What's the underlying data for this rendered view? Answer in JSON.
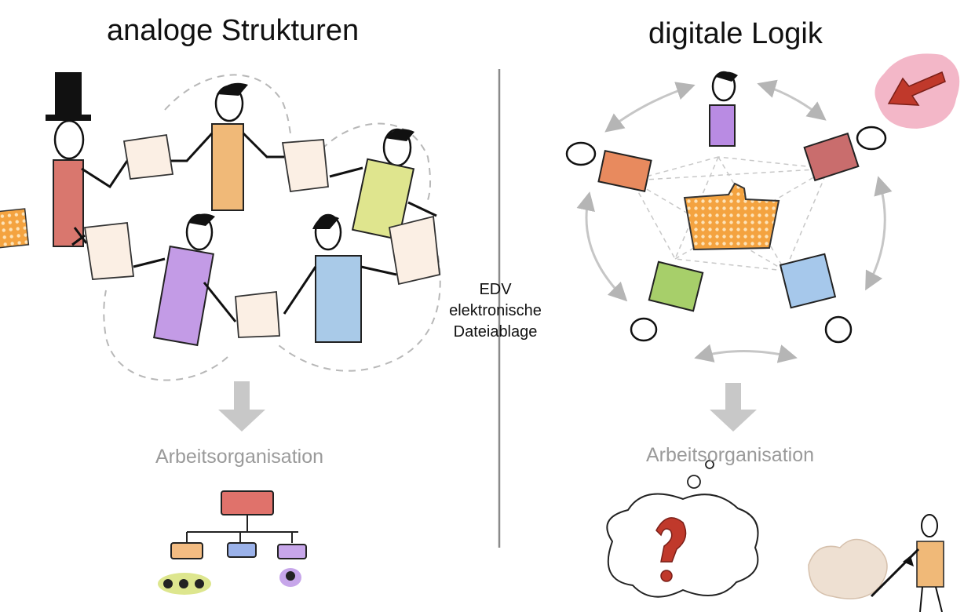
{
  "left": {
    "title": "analoge Strukturen",
    "subtitle": "Arbeitsorganisation",
    "figure_colors": [
      "#d9776e",
      "#f0b978",
      "#dfe58e",
      "#c39be6",
      "#a9cae8"
    ]
  },
  "center": {
    "line1": "EDV",
    "line2": "elektronische",
    "line3": "Dateiablage"
  },
  "right": {
    "title": "digitale Logik",
    "subtitle": "Arbeitsorganisation",
    "figure_colors": [
      "#b98be3",
      "#e88a5e",
      "#c96d6d",
      "#a7cf6a",
      "#a6c8eb"
    ]
  },
  "colors": {
    "orange": "#f0a84e",
    "red": "#c0392b",
    "pink": "#f3b7c8",
    "grey_arrow": "#bdbdbd"
  }
}
